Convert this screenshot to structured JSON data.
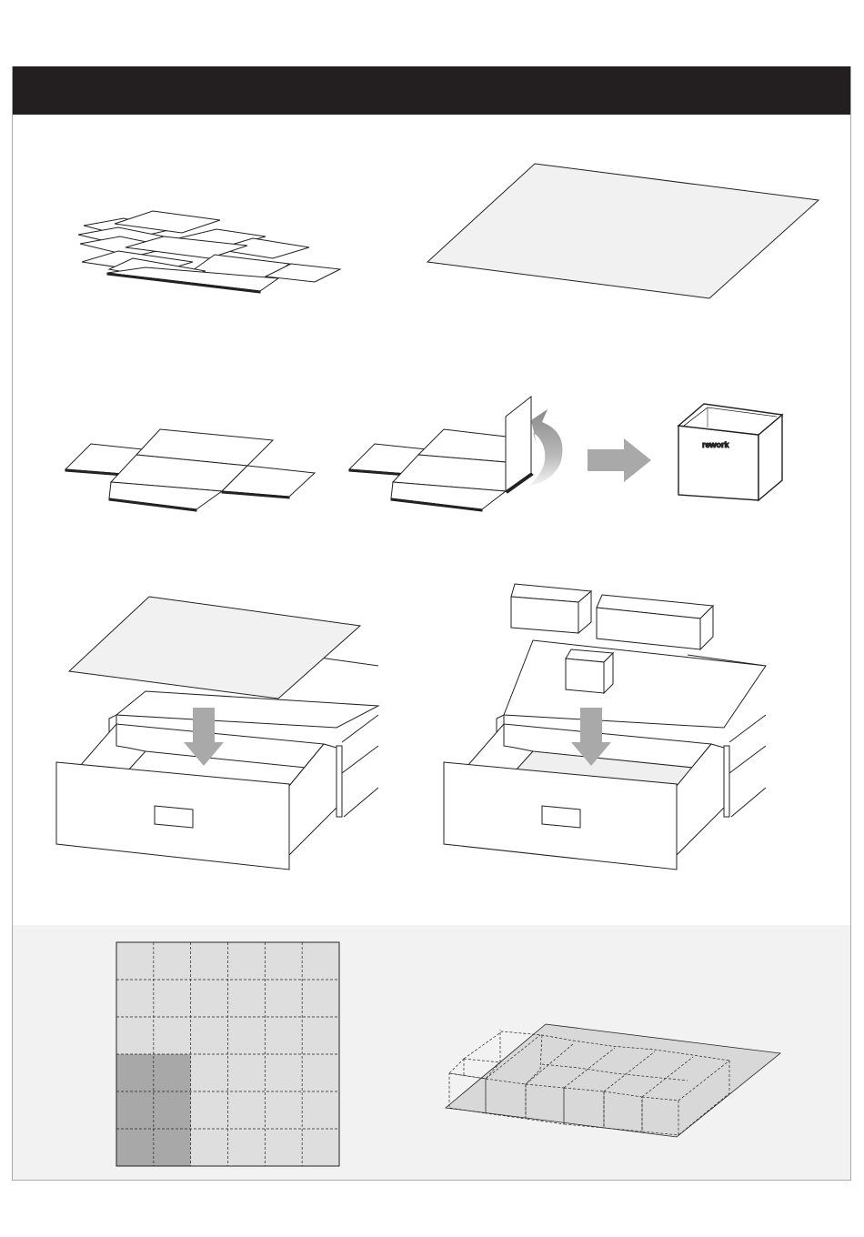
{
  "brand": {
    "logo_text": "rework"
  },
  "colors": {
    "header": "#231f20",
    "frame": "#d9a260",
    "panel_fill": "#f1f1f1",
    "arrow": "#a9a9a9",
    "grid_light": "#dedede",
    "grid_dark": "#a8a8a8",
    "legend_band": "#f2f2f2"
  },
  "icons": {
    "fold_arrow": "curved-arrow-icon",
    "next_arrow": "arrow-right-icon",
    "drop_arrow": "arrow-down-icon"
  },
  "grid": {
    "rows": 6,
    "cols": 6,
    "highlight_cells": [
      [
        3,
        0
      ],
      [
        3,
        1
      ],
      [
        4,
        0
      ],
      [
        4,
        1
      ],
      [
        5,
        0
      ],
      [
        5,
        1
      ]
    ]
  }
}
